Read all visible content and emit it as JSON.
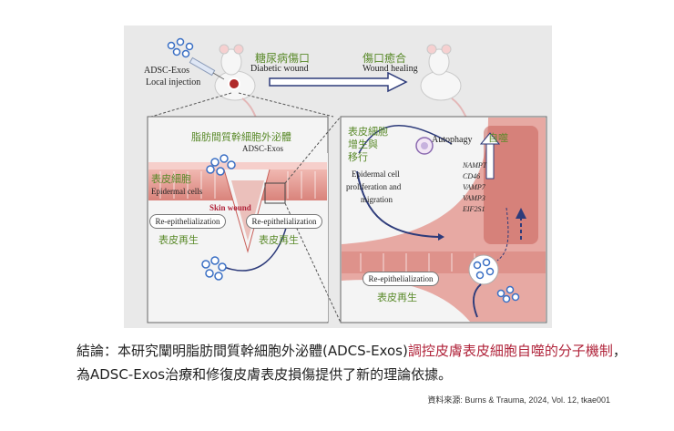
{
  "figure": {
    "top": {
      "injection_label_line1": "ADSC-Exos",
      "injection_label_line2": "Local injection",
      "diabetic_wound_zh": "糖尿病傷口",
      "diabetic_wound_en": "Diabetic wound",
      "wound_healing_zh": "傷口癒合",
      "wound_healing_en": "Wound healing"
    },
    "left_panel": {
      "adsc_exos_zh": "脂肪間質幹細胞外泌體",
      "adsc_exos_en": "ADSC-Exos",
      "epidermal_zh": "表皮細胞",
      "epidermal_en": "Epidermal cells",
      "skin_wound": "Skin wound",
      "reepi_left": "Re-epithelialization",
      "reepi_right": "Re-epithelialization",
      "regen_left_zh": "表皮再生",
      "regen_right_zh": "表皮再生"
    },
    "right_panel": {
      "prolif_zh_line1": "表皮細胞",
      "prolif_zh_line2": "增生與",
      "prolif_zh_line3": "移行",
      "autophagy_en": "Autophagy",
      "autophagy_zh": "自噬",
      "prolif_en_line1": "Epidermal cell",
      "prolif_en_line2": "proliferation and",
      "prolif_en_line3": "migration",
      "genes": [
        "NAMPT",
        "CD46",
        "VAMP7",
        "VAMP3",
        "EIF2S1"
      ],
      "reepi": "Re-epithelialization",
      "regen_zh": "表皮再生"
    }
  },
  "caption": {
    "part1": "結論：本研究闡明脂肪間質幹細胞外泌體(ADCS-Exos)",
    "highlight": "調控皮膚表皮細胞自噬的分子機制",
    "part2": "，為ADSC-Exos治療和修復皮膚表皮損傷提供了新的理論依據。"
  },
  "source": "資料來源: Burns & Trauma, 2024, Vol. 12, tkae001",
  "colors": {
    "tissue": "#e7a9a3",
    "tissue_dark": "#c9605a",
    "label_green": "#5a8a2a",
    "highlight_red": "#b0233a",
    "exosome_blue": "#3a6fc4"
  }
}
